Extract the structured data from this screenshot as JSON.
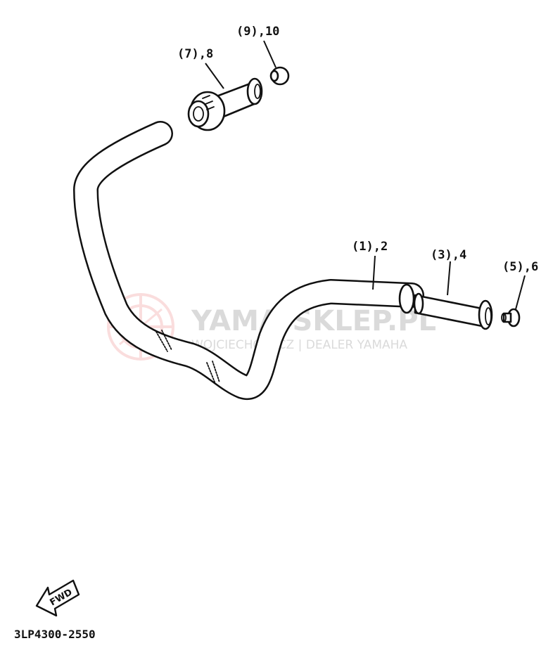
{
  "labels": {
    "handlebar": "(1),2",
    "grip_left": "(3),4",
    "end_left": "(5),6",
    "grip_right": "(7),8",
    "end_right": "(9),10"
  },
  "watermark": {
    "title": "YAMA-SKLEP.PL",
    "subtitle": "WOJCIECHOWICZ | DEALER YAMAHA",
    "color": "#f2a0a0"
  },
  "fwd_label": "FWD",
  "diagram_code": "3LP4300-2550"
}
